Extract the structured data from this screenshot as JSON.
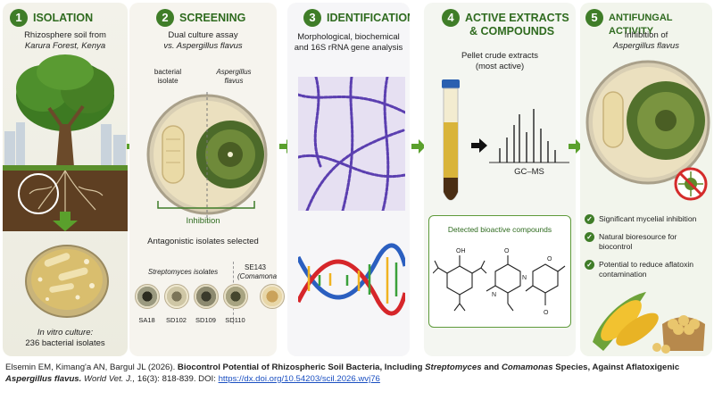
{
  "panels": [
    {
      "num": "1",
      "title": "ISOLATION",
      "lines": [
        "Rhizosphere soil from"
      ],
      "lines_italic": [
        "Karura Forest, Kenya"
      ],
      "culture_label": "In vitro culture:",
      "culture_count": "236 bacterial isolates"
    },
    {
      "num": "2",
      "title": "SCREENING",
      "lines": [
        "Dual culture assay"
      ],
      "lines_italic": [
        "vs. Aspergillus flavus"
      ],
      "label_bacterial": "bacterial isolate",
      "label_aspergillus": "Aspergillus flavus",
      "inhibition": "Inhibition",
      "selected": "Antagonistic isolates selected",
      "streptomyces_label": "Streptomyces isolates",
      "comamonas_code": "SE143",
      "comamonas_label": "(Comamonas)",
      "isolates": [
        "SA18",
        "SD102",
        "SD109",
        "SD110"
      ]
    },
    {
      "num": "3",
      "title": "IDENTIFICATION",
      "lines": [
        "Morphological, biochemical",
        "and 16S rRNA gene analysis"
      ]
    },
    {
      "num": "4",
      "title": "ACTIVE EXTRACTS",
      "title2": "& COMPOUNDS",
      "lines": [
        "Pellet crude extracts",
        "(most active)"
      ],
      "gcms": "GC–MS",
      "compounds_title": "Detected bioactive compounds"
    },
    {
      "num": "5",
      "title": "ANTIFUNGAL ACTIVITY",
      "lines": [
        "Inhibition of"
      ],
      "lines_italic": [
        "Aspergillus flavus"
      ],
      "bullets": [
        "Significant mycelial inhibition",
        "Natural bioresource for biocontrol",
        "Potential to reduce aflatoxin contamination"
      ]
    }
  ],
  "caption": {
    "authors": "Elsemin EM, Kimang'a AN, Bargul JL (2026).",
    "title_a": "Biocontrol Potential of Rhizospheric Soil Bacteria, Including",
    "title_b": "Streptomyces",
    "title_c": "and",
    "title_d": "Comamonas",
    "title_e": "Species, Against Aflatoxigenic",
    "title_f": "Aspergillus flavus.",
    "journal": "World Vet. J.,",
    "volume": "16(3): 818-839. DOI:",
    "doi": "https://dx.doi.org/10.54203/scil.2026.wvj76"
  },
  "colors": {
    "accent": "#3f7d28",
    "title": "#2f6b1f",
    "arrow": "#5aa02c"
  }
}
